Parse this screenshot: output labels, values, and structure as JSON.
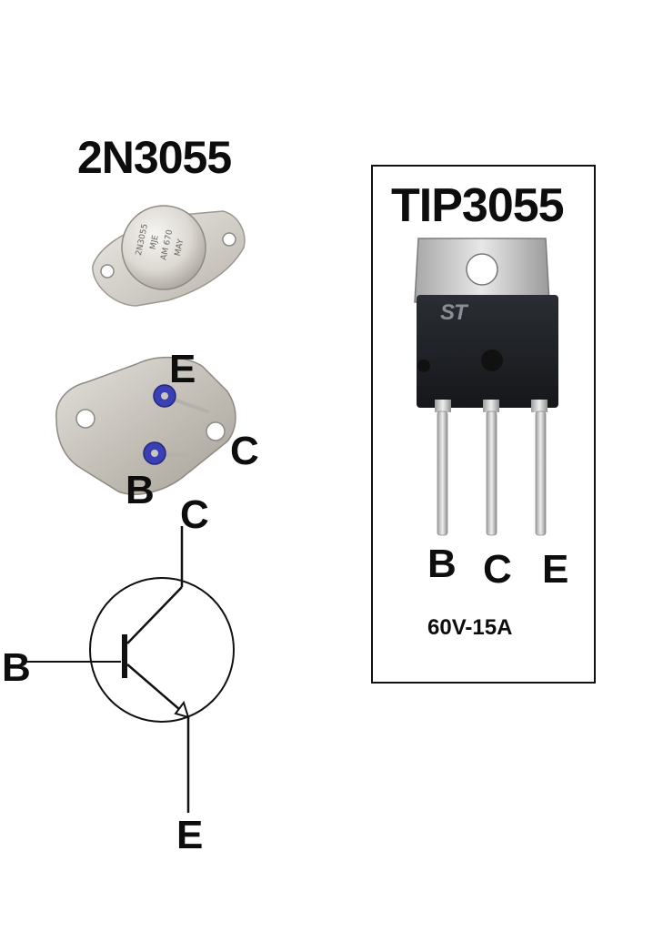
{
  "left": {
    "title": "2N3055",
    "can_marking": [
      "2N3055",
      "MJE",
      "AM 670",
      "MAY"
    ],
    "package_pins": {
      "emitter": "E",
      "collector": "C",
      "base": "B"
    },
    "symbol_pins": {
      "collector": "C",
      "base": "B",
      "emitter": "E"
    }
  },
  "right": {
    "title": "TIP3055",
    "logo": "ST",
    "pins": [
      "B",
      "C",
      "E"
    ],
    "rating": "60V-15A"
  },
  "colors": {
    "metal": "#d9d5cf",
    "metal_dark": "#a9a49c",
    "body_black": "#1b1d21",
    "insulator_blue": "#3a3fb4",
    "line": "#111111"
  }
}
